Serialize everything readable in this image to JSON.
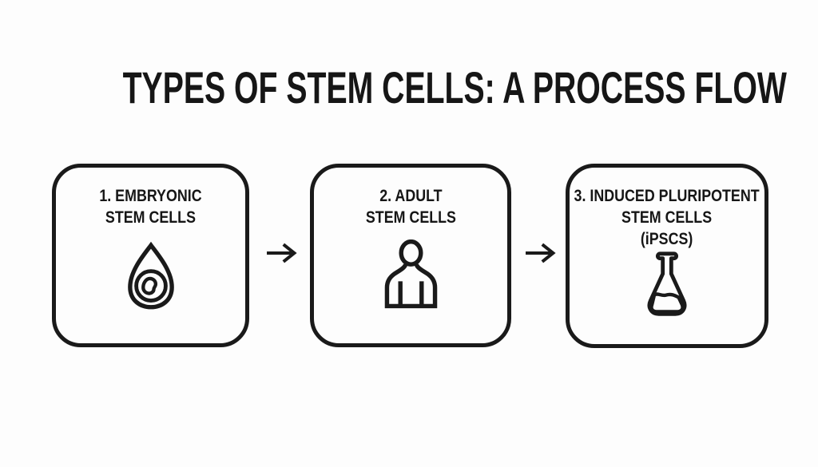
{
  "page": {
    "background_color": "#fdfdfd",
    "ink_color": "#1a1a1a"
  },
  "title": "TYPES OF STEM CELLS: A PROCESS FLOW",
  "flow": {
    "steps": [
      {
        "label": "1. EMBRYONIC\nSTEM CELLS",
        "icon": "embryo-egg-icon"
      },
      {
        "label": "2. ADULT\nSTEM CELLS",
        "icon": "adult-person-icon"
      },
      {
        "label": "3. INDUCED PLURIPOTENT\nSTEM CELLS\n(iPSCS)",
        "icon": "erlenmeyer-flask-icon"
      }
    ],
    "connectors": [
      {
        "glyph": "→"
      },
      {
        "glyph": "→"
      }
    ]
  }
}
